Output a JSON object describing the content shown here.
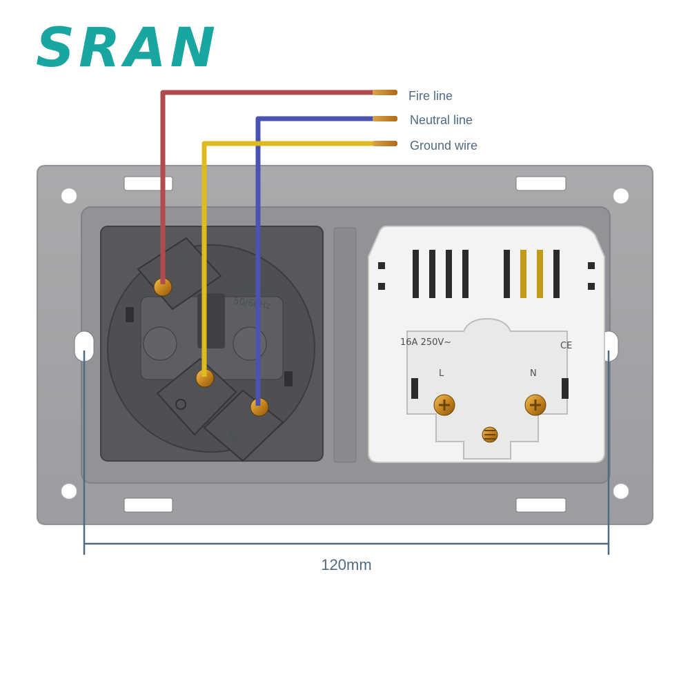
{
  "brand": {
    "logo_text": "SRAN",
    "color": "#1aa6a0"
  },
  "wires": [
    {
      "label": "Fire line",
      "color": "#b04b4f"
    },
    {
      "label": "Neutral line",
      "color": "#4b52b0"
    },
    {
      "label": "Ground wire",
      "color": "#dcbc1f"
    }
  ],
  "left_socket": {
    "terminal_live": "L",
    "terminal_neutral": "N",
    "rating_line1": "16A/250~",
    "rating_line2": "50/60Hz"
  },
  "right_socket": {
    "rating": "16A 250V~",
    "mark": "CE",
    "terminal_live": "L",
    "terminal_neutral": "N"
  },
  "dimension": {
    "label": "120mm"
  }
}
